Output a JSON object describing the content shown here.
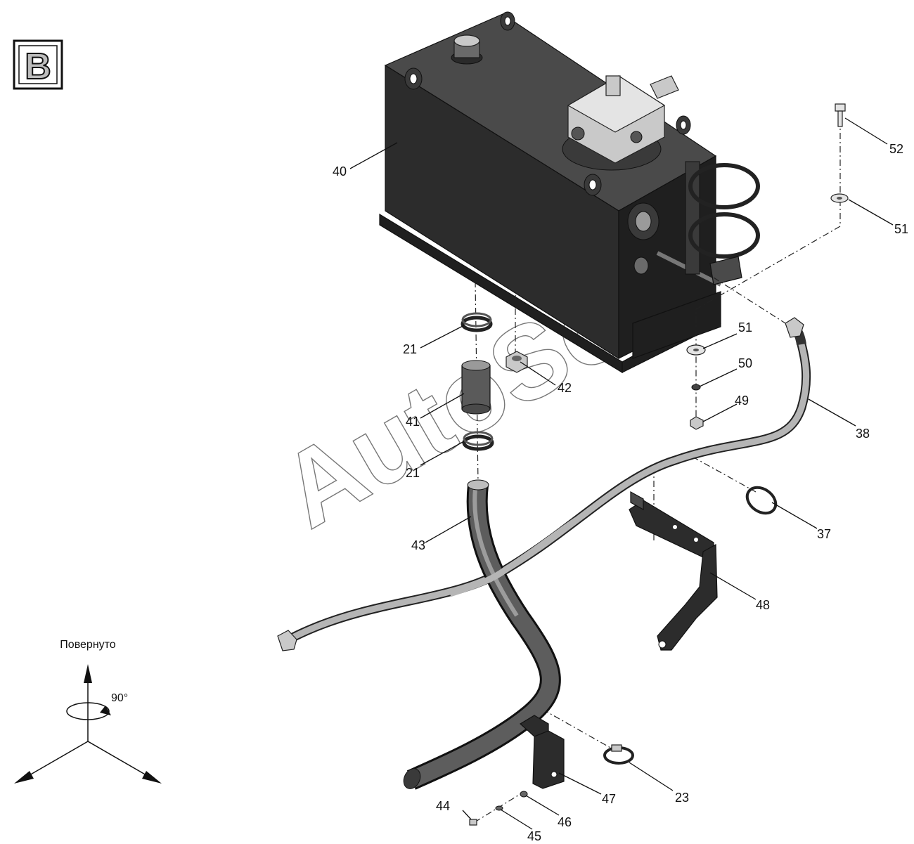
{
  "view_label": "B",
  "rotation": {
    "caption": "Повернуто",
    "angle": "90°"
  },
  "watermark": "AutoSoft",
  "callouts": [
    {
      "id": "c21a",
      "text": "21"
    },
    {
      "id": "c21b",
      "text": "21"
    },
    {
      "id": "c23",
      "text": "23"
    },
    {
      "id": "c37",
      "text": "37"
    },
    {
      "id": "c38",
      "text": "38"
    },
    {
      "id": "c40",
      "text": "40"
    },
    {
      "id": "c41",
      "text": "41"
    },
    {
      "id": "c42",
      "text": "42"
    },
    {
      "id": "c43",
      "text": "43"
    },
    {
      "id": "c44",
      "text": "44"
    },
    {
      "id": "c45",
      "text": "45"
    },
    {
      "id": "c46",
      "text": "46"
    },
    {
      "id": "c47",
      "text": "47"
    },
    {
      "id": "c48",
      "text": "48"
    },
    {
      "id": "c49",
      "text": "49"
    },
    {
      "id": "c50",
      "text": "50"
    },
    {
      "id": "c51a",
      "text": "51"
    },
    {
      "id": "c51b",
      "text": "51"
    },
    {
      "id": "c52",
      "text": "52"
    }
  ]
}
